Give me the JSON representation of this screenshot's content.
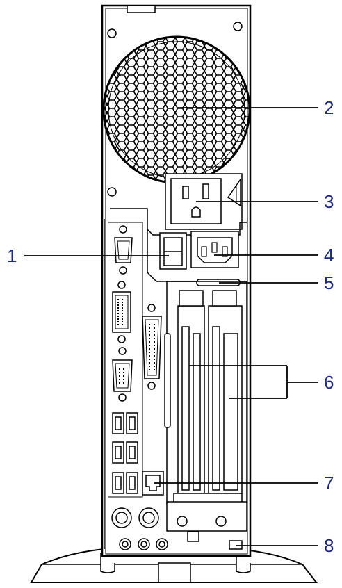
{
  "callouts": [
    {
      "id": "1",
      "label": "1"
    },
    {
      "id": "2",
      "label": "2"
    },
    {
      "id": "3",
      "label": "3"
    },
    {
      "id": "4",
      "label": "4"
    },
    {
      "id": "5",
      "label": "5"
    },
    {
      "id": "6",
      "label": "6"
    },
    {
      "id": "7",
      "label": "7"
    },
    {
      "id": "8",
      "label": "8"
    }
  ],
  "colors": {
    "outline": "#000000",
    "callout_text": "#1a2a8c",
    "background": "#ffffff"
  }
}
